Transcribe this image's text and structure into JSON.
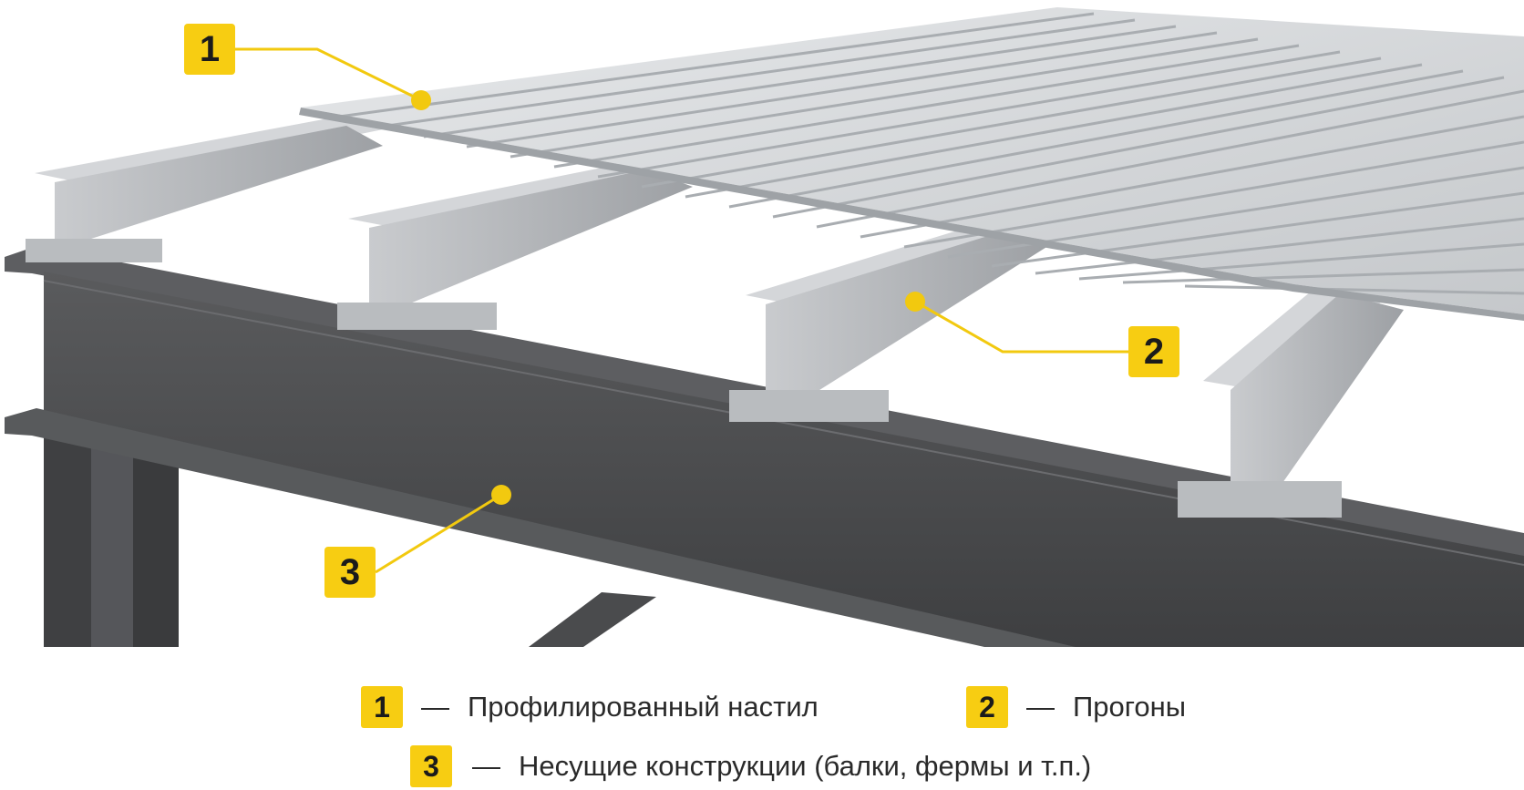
{
  "callouts": [
    {
      "number": "1"
    },
    {
      "number": "2"
    },
    {
      "number": "3"
    }
  ],
  "legend": [
    {
      "number": "1",
      "dash": "—",
      "text": "Профилированный настил"
    },
    {
      "number": "2",
      "dash": "—",
      "text": "Прогоны"
    },
    {
      "number": "3",
      "dash": "—",
      "text": "Несущие конструкции (балки, фермы и т.п.)"
    }
  ],
  "colors": {
    "badge": "#f7cd12",
    "leader_line": "#f2c90f",
    "main_beam": "#4e4f51",
    "purlin": "#b4b7ba",
    "deck": "#d4d7da"
  }
}
